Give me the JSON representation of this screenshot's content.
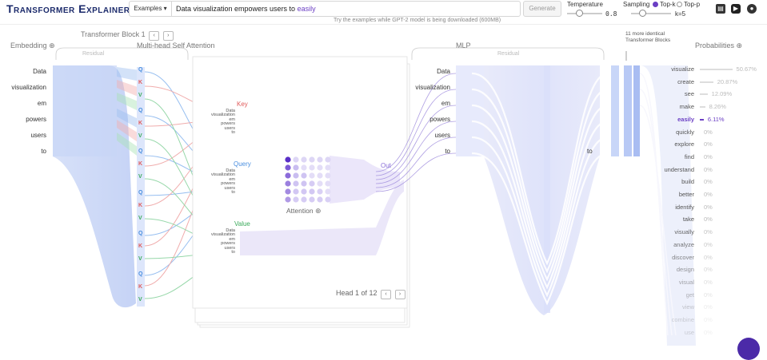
{
  "app": {
    "title": "Transformer Explainer"
  },
  "input": {
    "examples_label": "Examples",
    "prompt_text": "Data visualization empowers users to",
    "prompt_last_word": "easily",
    "hint": "Try the examples while GPT-2 model is being downloaded (600MB)",
    "generate_label": "Generate"
  },
  "controls": {
    "temperature_label": "Temperature",
    "temperature_value": "0.8",
    "sampling_label": "Sampling",
    "topk_label": "Top-k",
    "topp_label": "Top-p",
    "k_value": "k=5"
  },
  "sections": {
    "embedding": "Embedding",
    "block": "Transformer Block 1",
    "attention": "Multi-head Self Attention",
    "mlp": "MLP",
    "identical": "11 more identical Transformer Blocks",
    "probabilities": "Probabilities",
    "residual": "Residual",
    "key": "Key",
    "query": "Query",
    "value": "Value",
    "out": "Out",
    "attention_matrix": "Attention",
    "head_nav": "Head 1 of 12"
  },
  "tokens": [
    "Data",
    "visualization",
    "em",
    "powers",
    "users",
    "to"
  ],
  "qkv_letters": [
    "Q",
    "K",
    "V"
  ],
  "mlp_output_token": "to",
  "probabilities": [
    {
      "word": "visualize",
      "value": "50.67%",
      "fraction": 0.5067
    },
    {
      "word": "create",
      "value": "20.87%",
      "fraction": 0.2087
    },
    {
      "word": "see",
      "value": "12.09%",
      "fraction": 0.1209
    },
    {
      "word": "make",
      "value": "8.26%",
      "fraction": 0.0826
    },
    {
      "word": "easily",
      "value": "6.11%",
      "fraction": 0.0611,
      "selected": true
    },
    {
      "word": "quickly",
      "value": "0%",
      "fraction": 0
    },
    {
      "word": "explore",
      "value": "0%",
      "fraction": 0
    },
    {
      "word": "find",
      "value": "0%",
      "fraction": 0
    },
    {
      "word": "understand",
      "value": "0%",
      "fraction": 0
    },
    {
      "word": "build",
      "value": "0%",
      "fraction": 0
    },
    {
      "word": "better",
      "value": "0%",
      "fraction": 0
    },
    {
      "word": "identify",
      "value": "0%",
      "fraction": 0
    },
    {
      "word": "take",
      "value": "0%",
      "fraction": 0
    },
    {
      "word": "visually",
      "value": "0%",
      "fraction": 0
    },
    {
      "word": "analyze",
      "value": "0%",
      "fraction": 0
    },
    {
      "word": "discover",
      "value": "0%",
      "fraction": 0
    },
    {
      "word": "design",
      "value": "0%",
      "fraction": 0
    },
    {
      "word": "visual",
      "value": "0%",
      "fraction": 0
    },
    {
      "word": "get",
      "value": "0%",
      "fraction": 0
    },
    {
      "word": "view",
      "value": "0%",
      "fraction": 0
    },
    {
      "word": "combine",
      "value": "0%",
      "fraction": 0
    },
    {
      "word": "use",
      "value": "0%",
      "fraction": 0
    }
  ],
  "colors": {
    "brand": "#1b2a6b",
    "accent": "#6b3fc4",
    "query": "#4a8fe0",
    "key": "#e05a5a",
    "value": "#3aaa5a",
    "embedding_band": "#bfd0f5"
  },
  "icons": [
    "github-icon",
    "youtube-icon",
    "paper-icon",
    "zoom-icon"
  ]
}
